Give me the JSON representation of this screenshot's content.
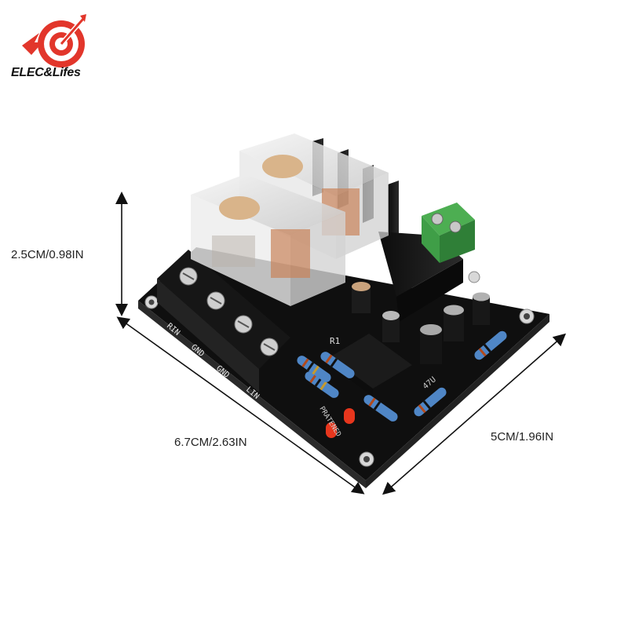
{
  "brand": {
    "logo_text": "ELEC&Lifes"
  },
  "dimensions": {
    "height": "2.5CM/0.98IN",
    "length": "6.7CM/2.63IN",
    "width": "5CM/1.96IN"
  },
  "board": {
    "terminal_labels": [
      "RIN",
      "GND",
      "GND",
      "LIN"
    ],
    "silk_center": "R1",
    "silk_side": "PRATENED",
    "silk_cap": "47U"
  },
  "colors": {
    "logo_red": "#e2362b",
    "pcb": "#141414",
    "terminal_green": "#3f9e47"
  }
}
